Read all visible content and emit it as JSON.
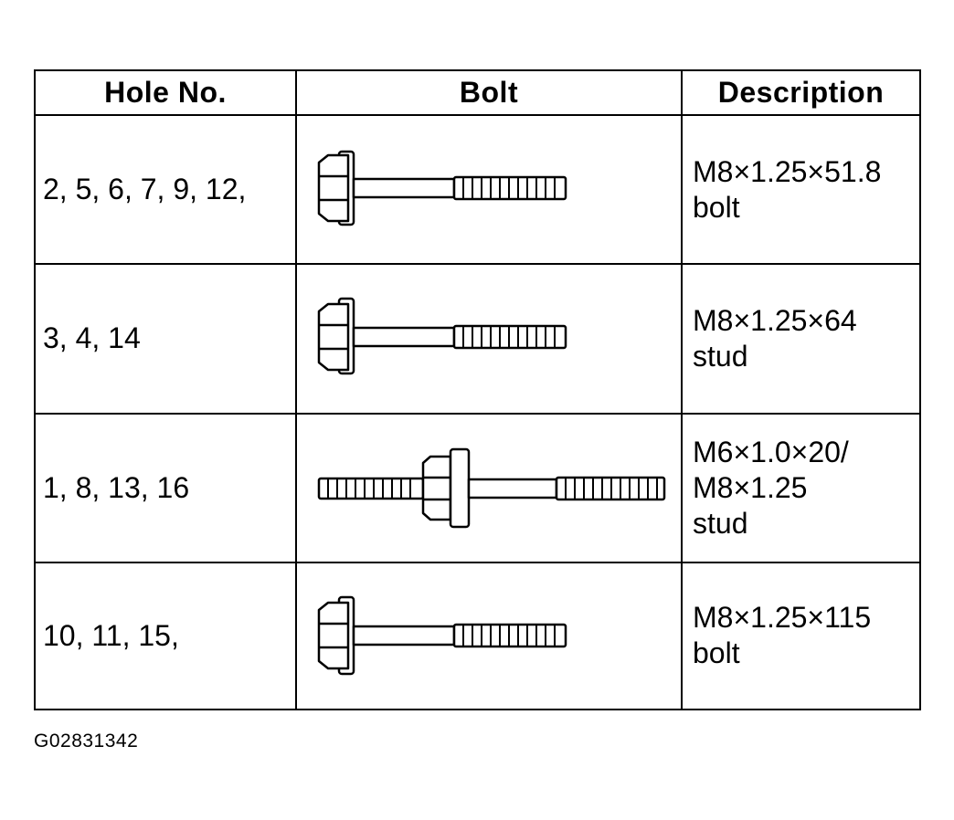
{
  "table": {
    "headers": {
      "hole": "Hole No.",
      "bolt": "Bolt",
      "description": "Description"
    },
    "rows": [
      {
        "hole": "2, 5, 6, 7, 9, 12,",
        "bolt_icon": "flange-bolt-icon",
        "description": [
          "M8×1.25×51.8",
          "bolt"
        ]
      },
      {
        "hole": "3, 4, 14",
        "bolt_icon": "flange-stud-icon",
        "description": [
          "M8×1.25×64",
          "stud"
        ]
      },
      {
        "hole": "1, 8, 13, 16",
        "bolt_icon": "double-ended-stud-icon",
        "description": [
          "M6×1.0×20/",
          "M8×1.25",
          "stud"
        ]
      },
      {
        "hole": "10, 11, 15,",
        "bolt_icon": "long-flange-bolt-icon",
        "description": [
          "M8×1.25×115",
          "bolt"
        ]
      }
    ]
  },
  "figure_id": "G02831342"
}
